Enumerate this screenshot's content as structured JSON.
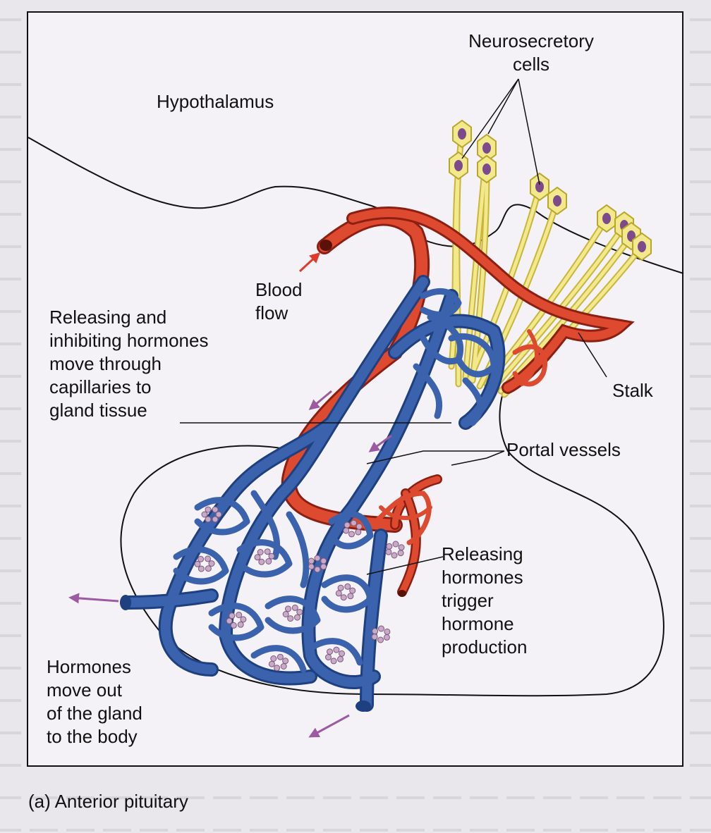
{
  "labels": {
    "neurosecretory": "Neurosecretory\ncells",
    "hypothalamus": "Hypothalamus",
    "blood_flow": "Blood\nflow",
    "releasing_inhibiting": "Releasing and\ninhibiting hormones\nmove through\ncapillaries to\ngland tissue",
    "stalk": "Stalk",
    "portal_vessels": "Portal vessels",
    "releasing_trigger": "Releasing\nhormones\ntrigger\nhormone\nproduction",
    "hormones_out": "Hormones\nmove out\nof the gland\nto the body"
  },
  "caption": "(a) Anterior pituitary",
  "colors": {
    "vein_blue": "#3a62ad",
    "vein_blue_dark": "#1e3f80",
    "artery_red": "#de4a2f",
    "artery_red_dark": "#8c1f12",
    "neuron_yellow": "#f1e98c",
    "neuron_nucleus": "#7d4a8c",
    "arrow_purple": "#9c5aa0",
    "arrow_red": "#e03a2a",
    "granule": "#c9a8c8"
  },
  "icons": [
    "neurosecretory-cell-icon",
    "flow-arrow-icon",
    "hormone-granule-icon"
  ]
}
